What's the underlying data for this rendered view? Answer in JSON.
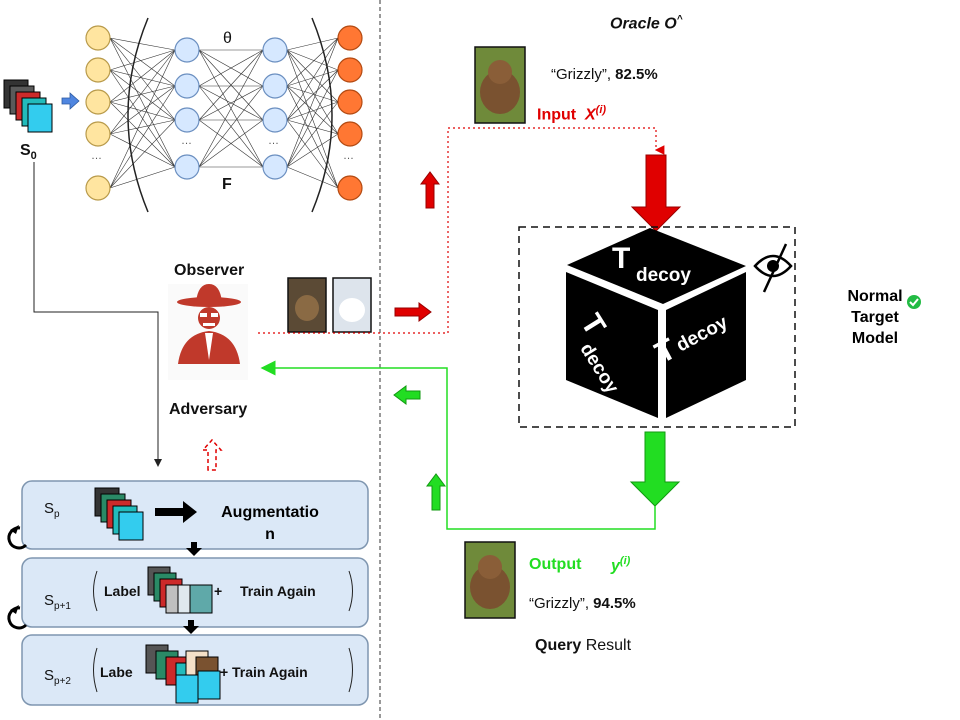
{
  "network": {
    "theta": "θ",
    "f_label": "F",
    "ellipsis": "…"
  },
  "seed": {
    "label": "S",
    "sub": "0"
  },
  "oracle": {
    "title": "Oracle O",
    "sup": "^"
  },
  "query_input": {
    "caption_quote": "“Grizzly”,",
    "caption_value": "82.5%",
    "input_label": "Input",
    "input_var": "X",
    "input_sup": "(i)"
  },
  "observer": {
    "label": "Observer",
    "adversary_label": "Adversary"
  },
  "cube": {
    "letter": "T",
    "sub": "decoy"
  },
  "normal_target": {
    "line1": "Normal",
    "line2": "Target",
    "line3": "Model"
  },
  "query_output": {
    "output_label": "Output",
    "output_var": "y",
    "output_sup": "(i)",
    "caption_quote": "“Grizzly”,",
    "caption_value": "94.5%",
    "result_bold": "Query",
    "result_rest": "Result"
  },
  "training": {
    "row1": {
      "s": "S",
      "sub": "p",
      "augment_line1": "Augmentatio",
      "augment_line2": "n"
    },
    "row2": {
      "s": "S",
      "sub": "p+1",
      "label": "Label",
      "plus": "+",
      "train": "Train Again"
    },
    "row3": {
      "s": "S",
      "sub": "p+2",
      "label": "Labe",
      "plus": "+",
      "train": "Train Again"
    }
  },
  "colors": {
    "red": "#e00000",
    "green": "#22dd22",
    "input_node": "#ffe5a0",
    "hidden_node": "#d6e8ff",
    "output_node": "#ff7733",
    "box_fill": "#dbe8f7",
    "box_stroke": "#7f96b0"
  }
}
